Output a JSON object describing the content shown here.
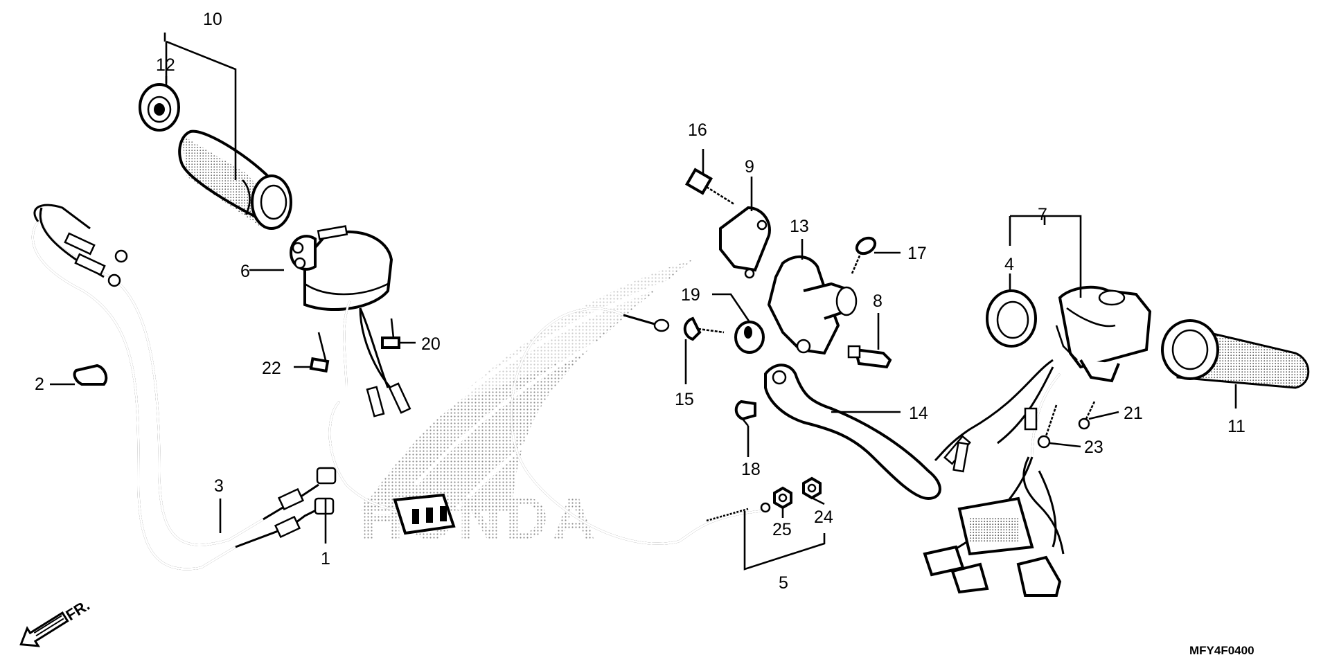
{
  "diagram": {
    "code": "MFY4F0400",
    "direction_label": "FR.",
    "watermark_text": "HONDA",
    "callouts": [
      {
        "id": "c1",
        "text": "1"
      },
      {
        "id": "c2",
        "text": "2"
      },
      {
        "id": "c3",
        "text": "3"
      },
      {
        "id": "c4",
        "text": "4"
      },
      {
        "id": "c5",
        "text": "5"
      },
      {
        "id": "c6",
        "text": "6"
      },
      {
        "id": "c7",
        "text": "7"
      },
      {
        "id": "c8",
        "text": "8"
      },
      {
        "id": "c9",
        "text": "9"
      },
      {
        "id": "c10",
        "text": "10"
      },
      {
        "id": "c11",
        "text": "11"
      },
      {
        "id": "c12",
        "text": "12"
      },
      {
        "id": "c13",
        "text": "13"
      },
      {
        "id": "c14",
        "text": "14"
      },
      {
        "id": "c15",
        "text": "15"
      },
      {
        "id": "c16",
        "text": "16"
      },
      {
        "id": "c17",
        "text": "17"
      },
      {
        "id": "c18",
        "text": "18"
      },
      {
        "id": "c19",
        "text": "19"
      },
      {
        "id": "c20",
        "text": "20"
      },
      {
        "id": "c21",
        "text": "21"
      },
      {
        "id": "c22",
        "text": "22"
      },
      {
        "id": "c23",
        "text": "23"
      },
      {
        "id": "c24",
        "text": "24"
      },
      {
        "id": "c25",
        "text": "25"
      }
    ]
  },
  "colors": {
    "line": "#000000",
    "background": "#ffffff",
    "watermark": "#9a9a9a"
  }
}
